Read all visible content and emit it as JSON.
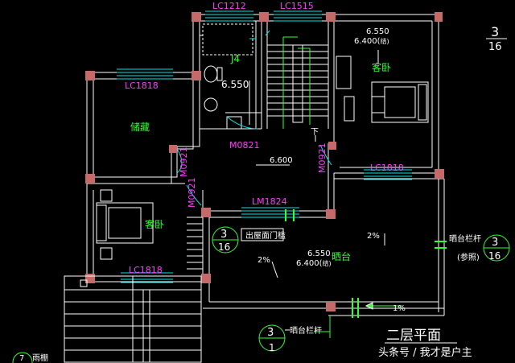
{
  "labels": {
    "lc1212": "LC1212",
    "lc1515": "LC1515",
    "lc1818_a": "LC1818",
    "lc1818_b": "LC1818",
    "lc1818_c": "LC1818",
    "m0821_a": "M0821",
    "m0921_a": "M0921",
    "m0921_b": "M0921",
    "m0921_c": "M0921",
    "lm1824": "LM1824",
    "elev_6550_top": "6.550",
    "elev_6400_top": "6.400(",
    "elev_6400_top_suffix": "结)",
    "elev_6550_wc": "6.550",
    "elev_6600": "6.600",
    "elev_6550_bal": "6.550",
    "elev_6400_bal": "6.400(",
    "elev_6400_bal_suffix": "结)",
    "room_storage": "储藏",
    "room_bedroom_1": "客卧",
    "room_bedroom_2": "客卧",
    "room_balcony": "晒台",
    "exit_door": "出屋面门槛",
    "railing_right": "晒台栏杆",
    "railing_ref": "(参照)",
    "railing_bottom": "晒台栏杆",
    "slope_1": "2%",
    "slope_2": "2%",
    "slope_3": "1%",
    "down": "下",
    "j14": "J4",
    "title": "二层平面",
    "watermark": "头条号 / 我才是户主",
    "canopy": "雨棚",
    "ref_top_num": "3",
    "ref_top_den": "16",
    "ref_mid_num": "3",
    "ref_mid_den": "16",
    "ref_right_num": "3",
    "ref_right_den": "16",
    "ref_bot_num": "3",
    "ref_bot_den": "1",
    "ref_corner": "7"
  },
  "colors": {
    "wall": "#ffffff",
    "window": "#00e5e5",
    "label": "#ff3cff",
    "room": "#33ff33",
    "column": "#c46a6a"
  }
}
